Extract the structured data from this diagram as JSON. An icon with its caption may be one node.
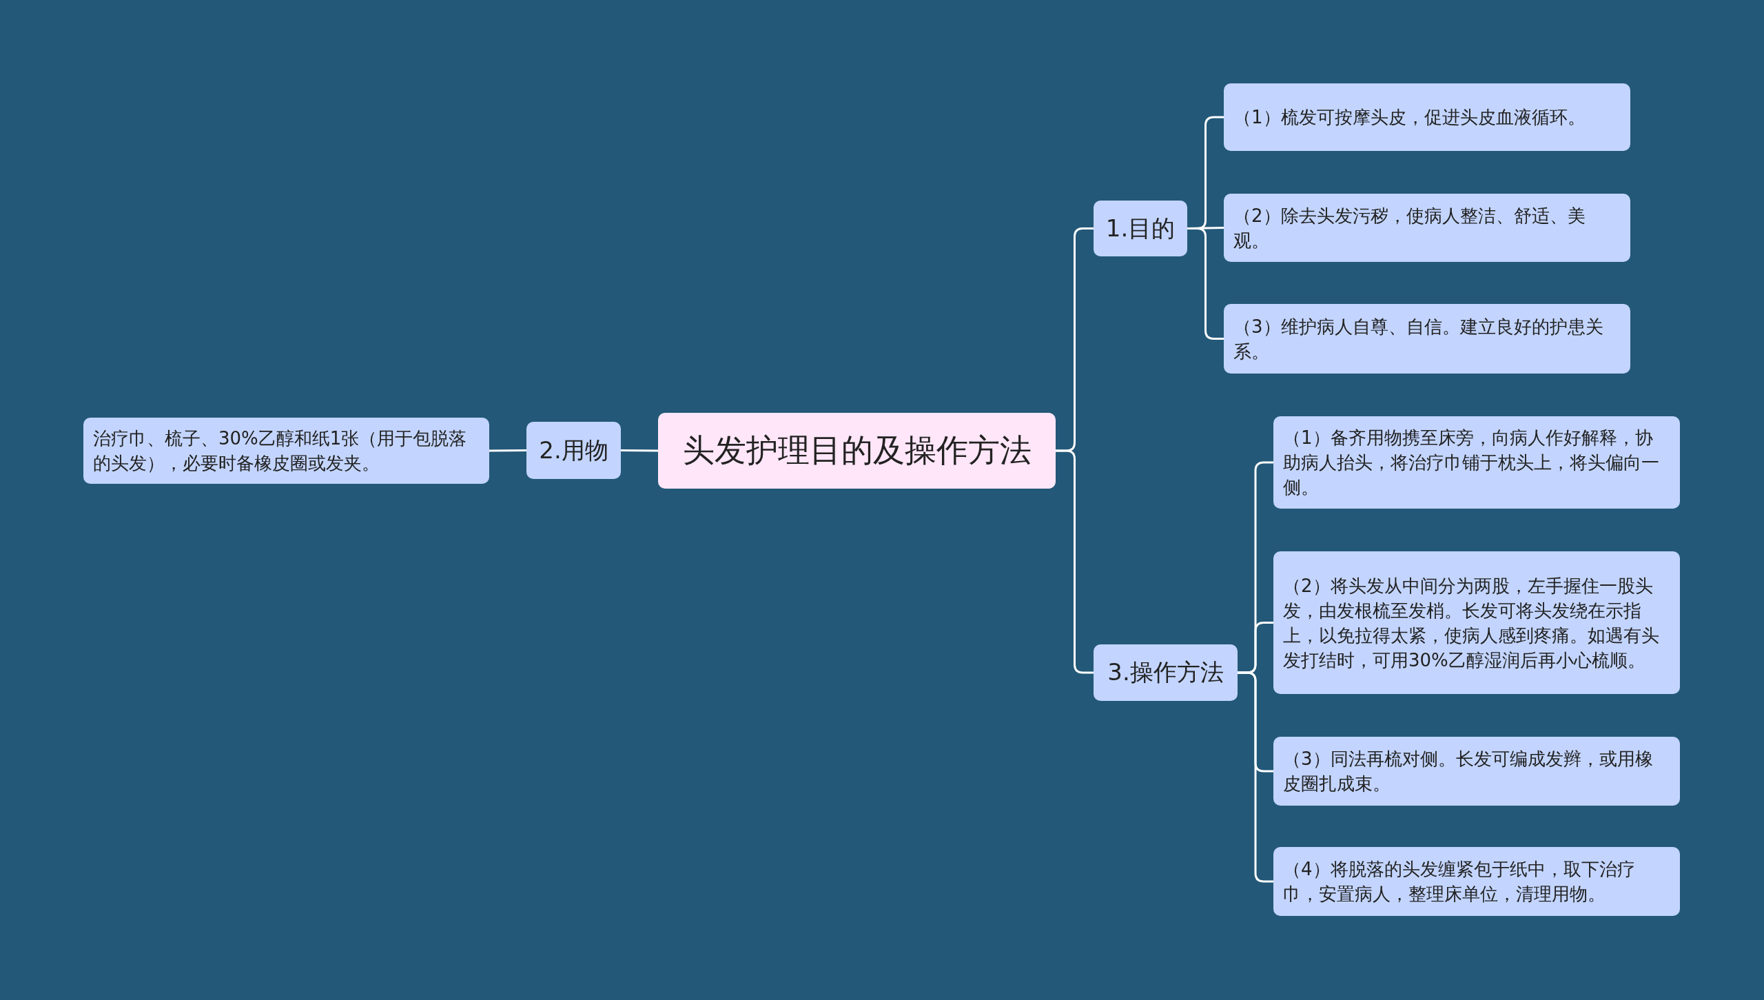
{
  "diagram": {
    "nodes": [
      {
        "text": [
          "头发护理目的及操作方法"
        ]
      },
      {
        "text": [
          "1.目的"
        ]
      },
      {
        "text": [
          "（1）梳发可按摩头皮，促进头皮血液循环。"
        ]
      },
      {
        "text": [
          "（2）除去头发污秽，使病人整洁、舒适、美观。"
        ]
      },
      {
        "text": [
          "（3）维护病人自尊、自信。建立良好的护患关系。"
        ]
      },
      {
        "text": [
          "2.用物"
        ]
      },
      {
        "text": [
          "治疗巾、梳子、30%乙醇和纸1张（用于包脱落的头发），必要时备橡皮圈或发夹。"
        ]
      },
      {
        "text": [
          "3.操作方法"
        ]
      },
      {
        "text": [
          "（1）备齐用物携至床旁，向病人作好解释，协助病人抬头，将治疗巾铺于枕头上，将头偏向一侧。"
        ]
      },
      {
        "text": [
          "（2）将头发从中间分为两股，左手握住一股头发，由发根梳至发梢。长发可将头发绕在示指上，以免拉得太紧，使病人感到疼痛。如遇有头发打结时，可用30%乙醇湿润后再小心梳顺。"
        ]
      },
      {
        "text": [
          "（3）同法再梳对侧。长发可编成发辫，或用橡皮圈扎成束。"
        ]
      },
      {
        "text": [
          "（4）将脱落的头发缠紧包于纸中，取下治疗巾，安置病人，整理床单位，清理用物。"
        ]
      }
    ],
    "edges": [
      {
        "from": 0,
        "to": 1,
        "arrow": "none"
      },
      {
        "from": 1,
        "to": 2,
        "arrow": "none"
      },
      {
        "from": 1,
        "to": 3,
        "arrow": "none"
      },
      {
        "from": 1,
        "to": 4,
        "arrow": "none"
      },
      {
        "from": 0,
        "to": 5,
        "arrow": "none"
      },
      {
        "from": 5,
        "to": 6,
        "arrow": "none"
      },
      {
        "from": 0,
        "to": 7,
        "arrow": "none"
      },
      {
        "from": 7,
        "to": 8,
        "arrow": "none"
      },
      {
        "from": 7,
        "to": 9,
        "arrow": "none"
      },
      {
        "from": 7,
        "to": 10,
        "arrow": "none"
      },
      {
        "from": 7,
        "to": 11,
        "arrow": "none"
      }
    ]
  }
}
